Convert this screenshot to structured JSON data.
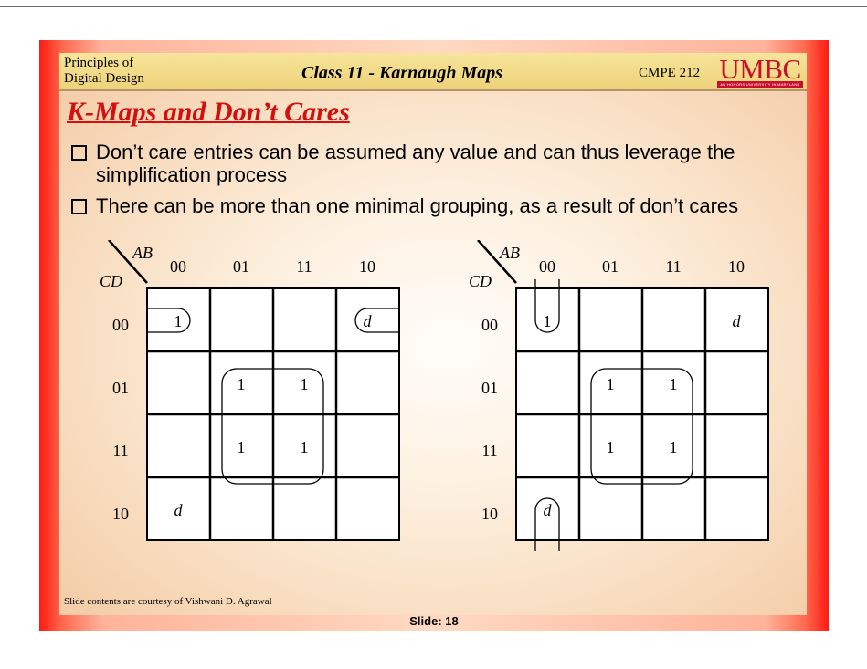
{
  "header": {
    "course": "Principles of Digital Design",
    "course_line1": "Principles of",
    "course_line2": "Digital Design",
    "class_title": "Class 11 - Karnaugh Maps",
    "course_code": "CMPE 212",
    "logo_text": "UMBC",
    "logo_tagline": "AN HONORS UNIVERSITY IN MARYLAND"
  },
  "title": "K-Maps and Don’t Cares",
  "bullets": [
    "Don’t care entries can be assumed any value and can thus leverage the simplification process",
    "There can be more than one minimal grouping, as a result of don’t cares"
  ],
  "kmaps": [
    {
      "corner_top": "AB",
      "corner_left": "CD",
      "col_labels": [
        "00",
        "01",
        "11",
        "10"
      ],
      "row_labels": [
        "00",
        "01",
        "11",
        "10"
      ],
      "cells": [
        [
          "1",
          "",
          "",
          "d"
        ],
        [
          "",
          "1",
          "1",
          ""
        ],
        [
          "",
          "1",
          "1",
          ""
        ],
        [
          "d",
          "",
          "",
          ""
        ]
      ]
    },
    {
      "corner_top": "AB",
      "corner_left": "CD",
      "col_labels": [
        "00",
        "01",
        "11",
        "10"
      ],
      "row_labels": [
        "00",
        "01",
        "11",
        "10"
      ],
      "cells": [
        [
          "1",
          "",
          "",
          "d"
        ],
        [
          "",
          "1",
          "1",
          ""
        ],
        [
          "",
          "1",
          "1",
          ""
        ],
        [
          "d",
          "",
          "",
          ""
        ]
      ]
    }
  ],
  "footer": {
    "credit": "Slide contents are courtesy of  Vishwani D. Agrawal",
    "slide_number": "Slide: 18"
  },
  "colors": {
    "title": "#d21010",
    "header_band": "#eed27a",
    "border_red": "#ff1a12",
    "logo": "#c8102e"
  }
}
